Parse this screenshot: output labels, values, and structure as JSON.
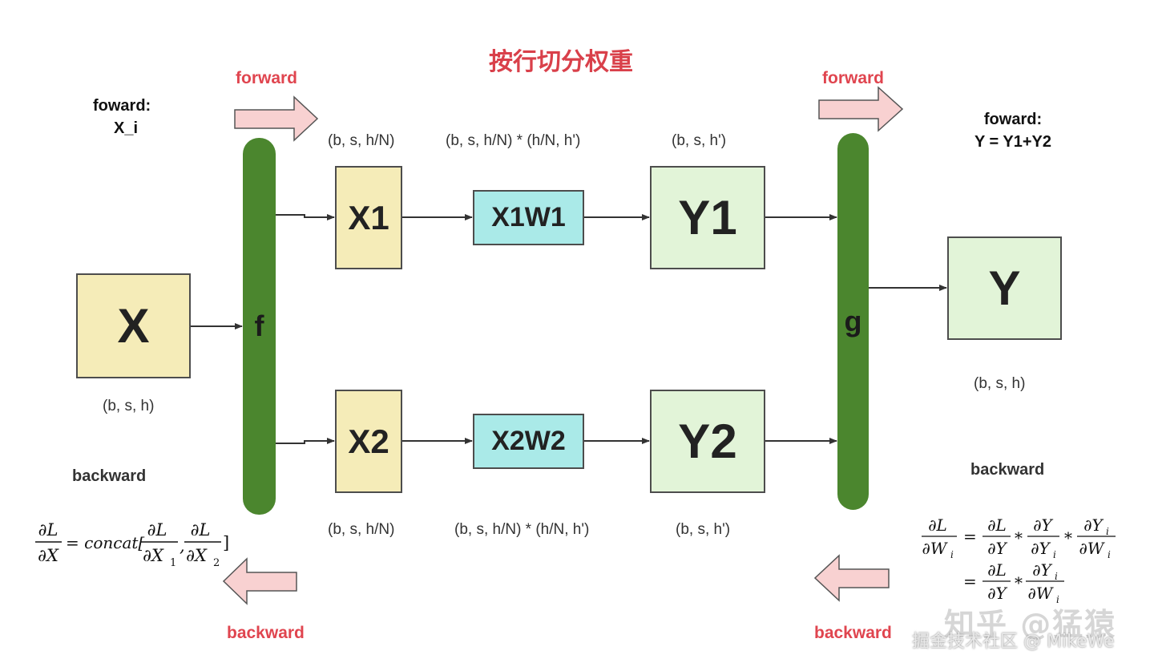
{
  "title": "按行切分权重",
  "forward_label_left": "forward",
  "forward_label_right": "forward",
  "backward_label_left": "backward",
  "backward_label_right": "backward",
  "left_forward_note": {
    "line1": "foward:",
    "line2": "X_i"
  },
  "right_forward_note": {
    "line1": "foward:",
    "line2": "Y = Y1+Y2"
  },
  "left_backward_note": "backward",
  "right_backward_note": "backward",
  "boxes": {
    "x": "X",
    "x1": "X1",
    "x2": "X2",
    "x1w1": "X1W1",
    "x2w2": "X2W2",
    "y1": "Y1",
    "y2": "Y2",
    "y": "Y"
  },
  "bars": {
    "f": "f",
    "g": "g"
  },
  "shapes": {
    "x": "(b, s, h)",
    "x1": "(b, s, h/N)",
    "x2": "(b, s, h/N)",
    "x1w1": "(b, s, h/N) * (h/N, h')",
    "x2w2": "(b, s, h/N) * (h/N, h')",
    "y1": "(b, s, h')",
    "y2": "(b, s, h')",
    "y": "(b, s, h)"
  },
  "formula_left": {
    "lhs_num": "∂L",
    "lhs_den": "∂X",
    "eq_concat": "= concat[",
    "t1_num": "∂L",
    "t1_den": "∂X",
    "t1_sub": "1",
    "comma": ",",
    "t2_num": "∂L",
    "t2_den": "∂X",
    "t2_sub": "2",
    "close": "]"
  },
  "formula_right": {
    "l_num": "∂L",
    "l_den": "∂W",
    "l_sub": "i",
    "eq": "=",
    "mul": "*",
    "a_num": "∂L",
    "a_den": "∂Y",
    "b_num": "∂Y",
    "b_den": "∂Y",
    "b_sub": "i",
    "c_num": "∂Y",
    "c_num_sub": "i",
    "c_den": "∂W",
    "c_den_sub": "i",
    "d_num": "∂L",
    "d_den": "∂Y",
    "e_num": "∂Y",
    "e_num_sub": "i",
    "e_den": "∂W",
    "e_den_sub": "i"
  },
  "watermark": {
    "line1": "知乎 @猛猿",
    "line2": "掘金技术社区 @ MikeWe"
  },
  "colors": {
    "title_red": "#d9404a",
    "arrow_fill": "#f8d1d1",
    "bar_green": "#4b862e",
    "yellow_box": "#f5ecb8",
    "cyan_box": "#aaeae8",
    "green_box": "#e2f4d8"
  }
}
